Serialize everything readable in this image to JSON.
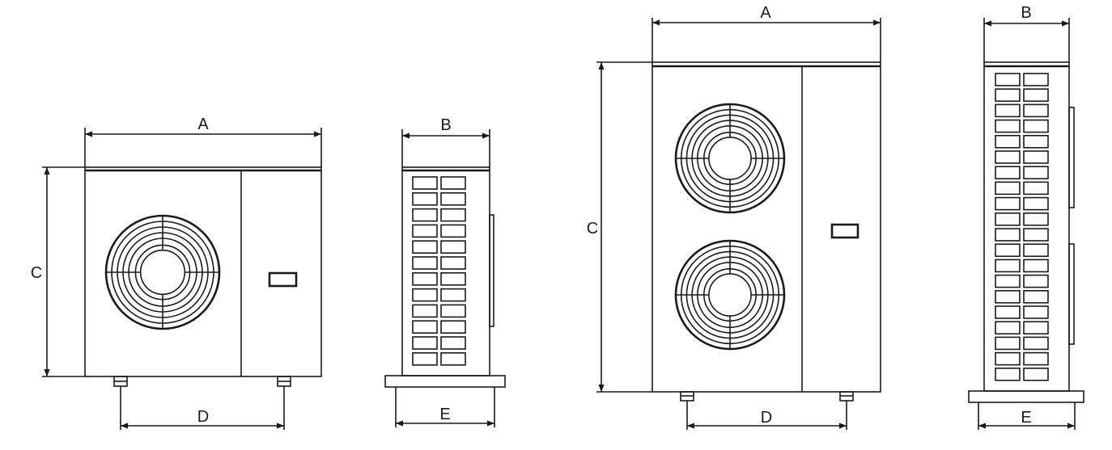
{
  "labels": {
    "width": "A",
    "depth": "B",
    "height": "C",
    "foot_spacing": "D",
    "base_depth": "E"
  },
  "views": [
    {
      "unit": "single-fan",
      "view": "front",
      "fans": 1
    },
    {
      "unit": "single-fan",
      "view": "side"
    },
    {
      "unit": "double-fan",
      "view": "front",
      "fans": 2
    },
    {
      "unit": "double-fan",
      "view": "side"
    }
  ],
  "colors": {
    "line": "#1a1a1a",
    "background": "#ffffff"
  }
}
